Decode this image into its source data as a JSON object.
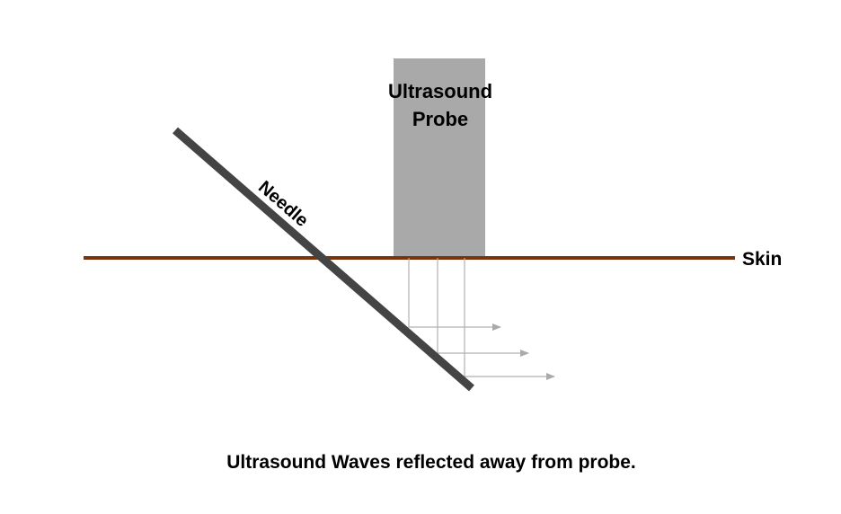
{
  "probe": {
    "label_line1": "Ultrasound",
    "label_line2": "Probe",
    "color": "#a9a9a9"
  },
  "skin": {
    "label": "Skin",
    "color": "#7a3510"
  },
  "needle": {
    "label": "Needle",
    "color": "#444444"
  },
  "waves": {
    "color": "#b0b0b0",
    "count": 3
  },
  "caption": "Ultrasound Waves reflected away from probe."
}
